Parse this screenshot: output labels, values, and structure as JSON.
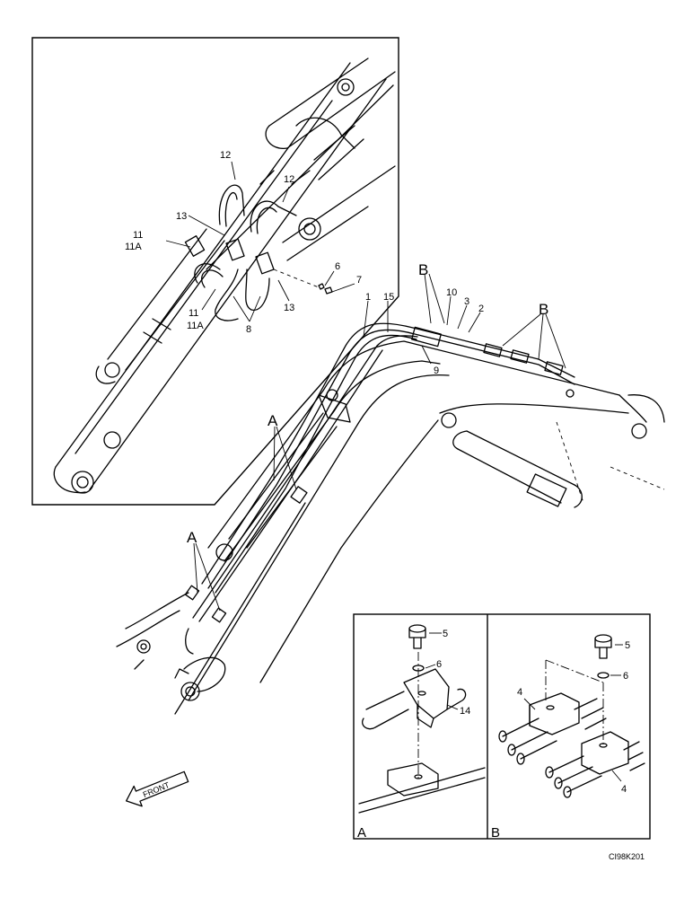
{
  "detail_box": {
    "labels": {
      "l12a": "12",
      "l12b": "12",
      "l13a": "13",
      "l13b": "13",
      "l11a": "11",
      "l11Aa": "11A",
      "l11b": "11",
      "l11Ab": "11A",
      "l8": "8",
      "l6": "6",
      "l7": "7"
    }
  },
  "main_view": {
    "labels": {
      "B_top": "B",
      "B_right": "B",
      "A_mid": "A",
      "A_low": "A",
      "n1": "1",
      "n15": "15",
      "n10": "10",
      "n3": "3",
      "n2": "2",
      "n9": "9"
    },
    "front_arrow": "FRONT"
  },
  "detail_A": {
    "letter": "A",
    "labels": {
      "n5": "5",
      "n6": "6",
      "n14": "14"
    }
  },
  "detail_B": {
    "letter": "B",
    "labels": {
      "n5": "5",
      "n6": "6",
      "n4a": "4",
      "n4b": "4"
    }
  },
  "drawing_code": "CI98K201"
}
